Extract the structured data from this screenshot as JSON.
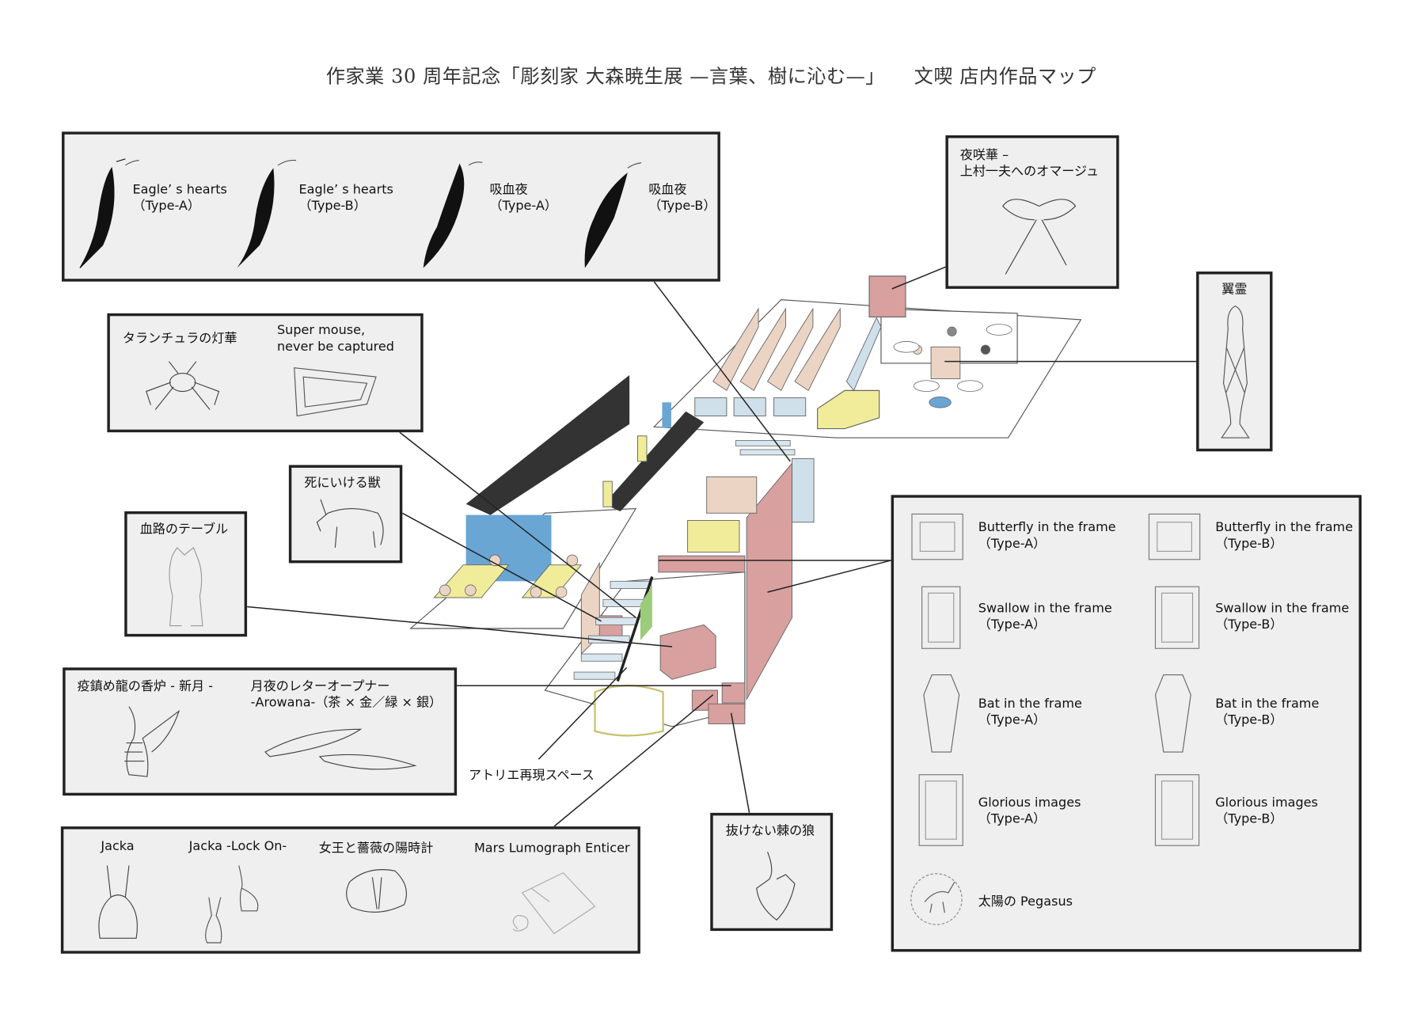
{
  "title": {
    "main": "作家業 30 周年記念「彫刻家 大森暁生展 —言葉、樹に沁む—」",
    "sub": "文喫 店内作品マップ"
  },
  "boxes": {
    "top_left": {
      "items": [
        {
          "name": "Eagle’ s hearts",
          "type": "（Type-A）"
        },
        {
          "name": "Eagle’ s hearts",
          "type": "（Type-B）"
        },
        {
          "name": "吸血夜",
          "type": "（Type-A）"
        },
        {
          "name": "吸血夜",
          "type": "（Type-B）"
        }
      ]
    },
    "yasakabana": {
      "line1": "夜咲華 –",
      "line2": "上村一夫へのオマージュ"
    },
    "yokurei": {
      "label": "翼霊"
    },
    "tarantula": {
      "item1": "タランチュラの灯華",
      "item2_line1": "Super mouse,",
      "item2_line2": "never be captured"
    },
    "shini": {
      "label": "死にいける獣"
    },
    "ketsuro": {
      "label": "血路のテーブル"
    },
    "dragon": {
      "item1": "疫鎮め龍の香炉 - 新月 -",
      "item2_line1": "月夜のレターオープナー",
      "item2_line2": "-Arowana-（茶 × 金／緑 × 銀）"
    },
    "bottom": {
      "items": [
        "Jacka",
        "Jacka -Lock On-",
        "女王と薔薇の陽時計",
        "Mars Lumograph Enticer"
      ]
    },
    "wolf": {
      "label": "抜けない棘の狼"
    },
    "right": {
      "items": [
        {
          "name": "Butterfly in the frame",
          "type": "（Type-A）"
        },
        {
          "name": "Butterfly in the frame",
          "type": "（Type-B）"
        },
        {
          "name": "Swallow in the frame",
          "type": "（Type-A）"
        },
        {
          "name": "Swallow in the frame",
          "type": "（Type-B）"
        },
        {
          "name": "Bat in the frame",
          "type": "（Type-A）"
        },
        {
          "name": "Bat in the frame",
          "type": "（Type-B）"
        },
        {
          "name": "Glorious images",
          "type": "（Type-A）"
        },
        {
          "name": "Glorious images",
          "type": "（Type-B）"
        },
        {
          "name": "太陽の Pegasus",
          "type": ""
        }
      ]
    }
  },
  "atelier_label": "アトリエ再現スペース",
  "colors": {
    "pink": "#d9a0a0",
    "blue": "#6aa6d4",
    "yellow": "#f0ec9a",
    "black": "#333333",
    "lightblue": "#cfe0ea",
    "beige": "#ecd4c4"
  }
}
